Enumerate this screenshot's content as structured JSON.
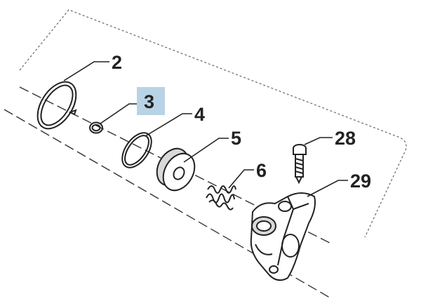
{
  "callouts": [
    {
      "id": "2",
      "label": "2",
      "highlighted": false
    },
    {
      "id": "3",
      "label": "3",
      "highlighted": true
    },
    {
      "id": "4",
      "label": "4",
      "highlighted": false
    },
    {
      "id": "5",
      "label": "5",
      "highlighted": false
    },
    {
      "id": "6",
      "label": "6",
      "highlighted": false
    },
    {
      "id": "28",
      "label": "28",
      "highlighted": false
    },
    {
      "id": "29",
      "label": "29",
      "highlighted": false
    }
  ],
  "colors": {
    "highlight": "#b9d3e6",
    "line": "#222222",
    "shade": "#d9d9d9"
  }
}
